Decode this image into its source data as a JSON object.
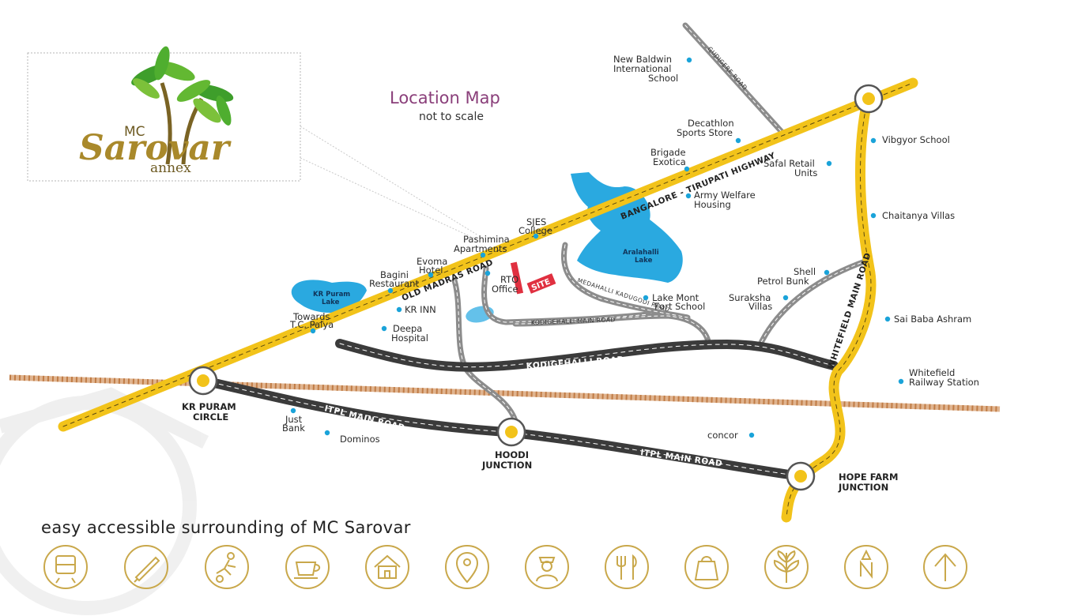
{
  "map": {
    "title": "Location Map",
    "subtitle": "not to scale",
    "tagline": "easy accessible surrounding of MC Sarovar"
  },
  "logo": {
    "prefix": "MC",
    "name": "Sarovar",
    "suffix": "annex"
  },
  "roads": {
    "highway": "BANGALORE - TIRUPATI HIGHWAY",
    "old_madras": "OLD MADRAS ROAD",
    "gudigere": "GUDIGERE ROAD",
    "kodigehalli": "KODIGEHALLI ROAD",
    "itpl_1": "ITPL MAIN ROAD",
    "itpl_2": "ITPL MAIN ROAD",
    "whitefield": "WHITEFIELD MAIN ROAD",
    "kodigehalli_main": "KODIGEHALLI MAIN ROAD",
    "medahalli": "MEDAHALLI KADUGODI ROAD"
  },
  "junctions": {
    "kr_puram": [
      "KR PURAM",
      "CIRCLE"
    ],
    "hoodi": [
      "HOODI",
      "JUNCTION"
    ],
    "hope_farm": [
      "HOPE FARM",
      "JUNCTION"
    ]
  },
  "lakes": {
    "kr_puram": [
      "KR Puram",
      "Lake"
    ],
    "aralahalli": [
      "Aralahalli",
      "Lake"
    ]
  },
  "site": "SITE",
  "pois": [
    {
      "lines": [
        "New Baldwin",
        "International",
        "School"
      ]
    },
    {
      "lines": [
        "Decathlon",
        "Sports Store"
      ]
    },
    {
      "lines": [
        "Brigade",
        "Exotica"
      ]
    },
    {
      "lines": [
        "Army Welfare",
        "Housing"
      ]
    },
    {
      "lines": [
        "Safal Retail",
        "Units"
      ]
    },
    {
      "lines": [
        "Vibgyor School"
      ]
    },
    {
      "lines": [
        "Chaitanya Villas"
      ]
    },
    {
      "lines": [
        "SJES",
        "College"
      ]
    },
    {
      "lines": [
        "Pashimina",
        "Apartments"
      ]
    },
    {
      "lines": [
        "Evoma",
        "Hotel"
      ]
    },
    {
      "lines": [
        "Bagini",
        "Restaurant"
      ]
    },
    {
      "lines": [
        "RTO",
        "Office"
      ]
    },
    {
      "lines": [
        "KR INN"
      ]
    },
    {
      "lines": [
        "Towards",
        "T.C. Palya"
      ]
    },
    {
      "lines": [
        "Deepa",
        "Hospital"
      ]
    },
    {
      "lines": [
        "Lake Mont",
        "Fort School"
      ]
    },
    {
      "lines": [
        "Shell",
        "Petrol Bunk"
      ]
    },
    {
      "lines": [
        "Suraksha",
        "Villas"
      ]
    },
    {
      "lines": [
        "Sai Baba Ashram"
      ]
    },
    {
      "lines": [
        "Whitefield",
        "Railway Station"
      ]
    },
    {
      "lines": [
        "concor"
      ]
    },
    {
      "lines": [
        "Just",
        "Bank"
      ]
    },
    {
      "lines": [
        "Dominos"
      ]
    }
  ],
  "icons": [
    "train-icon",
    "pencil-icon",
    "football-icon",
    "coffee-cup-icon",
    "home-icon",
    "location-pin-icon",
    "nurse-icon",
    "restaurant-icon",
    "shopping-bag-icon",
    "leaf-icon",
    "north-compass-icon",
    "arrow-up-icon"
  ],
  "colors": {
    "highway": "#f2c31a",
    "main_road": "#3b3b3b",
    "secondary_road": "#7f7f7f",
    "lake": "#2aa9e0",
    "icon_gold": "#c9a84b",
    "site": "#e03040"
  }
}
